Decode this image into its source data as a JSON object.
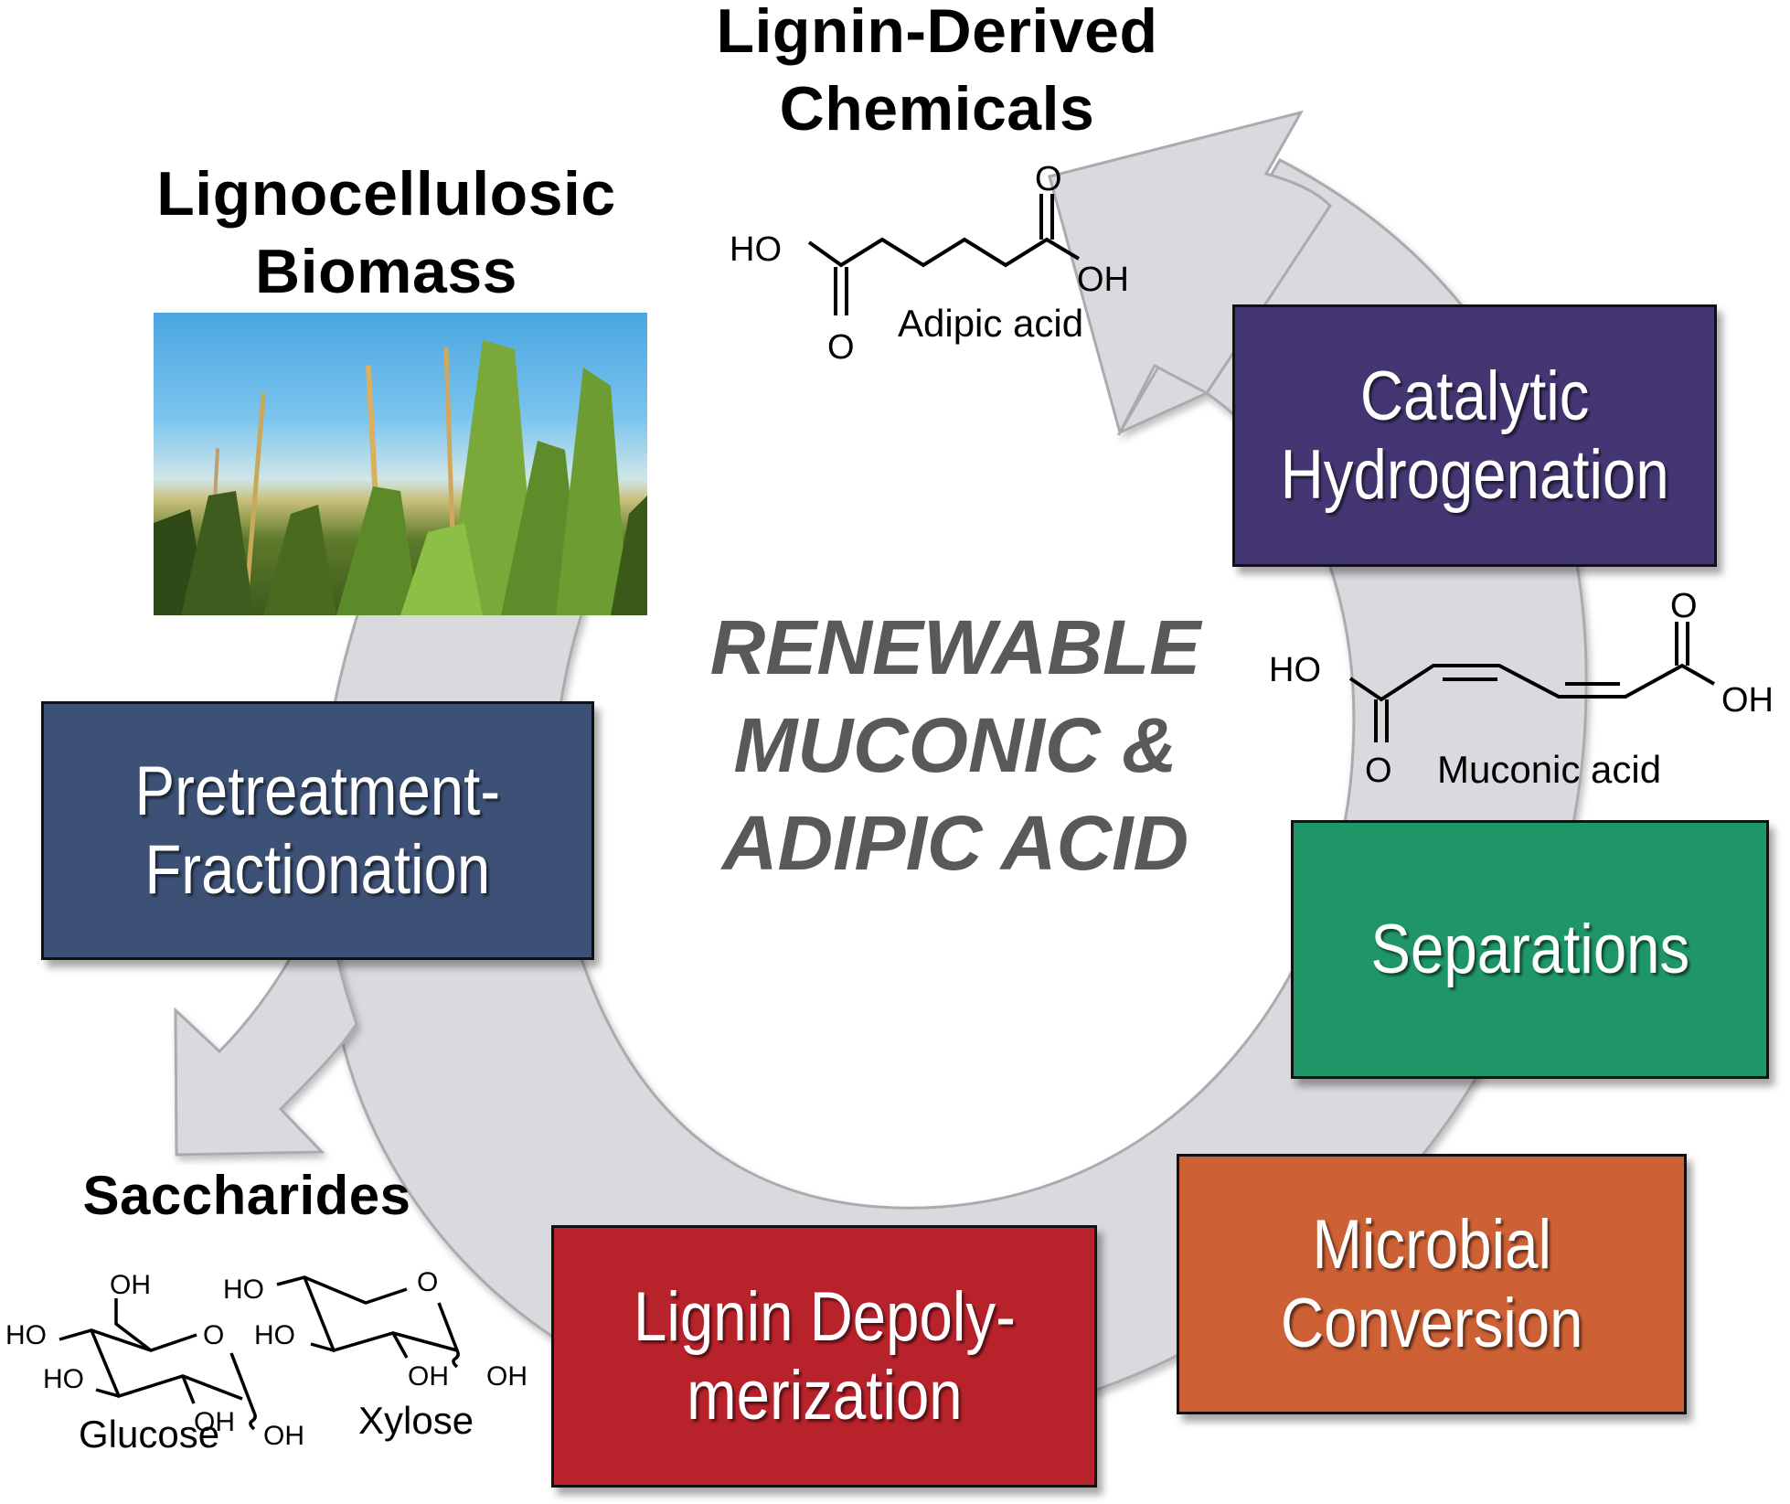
{
  "headings": {
    "lignin_derived": [
      "Lignin-Derived",
      "Chemicals"
    ],
    "lignocellulosic": [
      "Lignocellulosic",
      "Biomass"
    ],
    "saccharides": "Saccharides"
  },
  "center_title": [
    "RENEWABLE",
    "MUCONIC &",
    "ADIPIC ACID"
  ],
  "process_steps": [
    {
      "id": "pretreatment",
      "lines": [
        "Pretreatment-",
        "Fractionation"
      ],
      "color": "#3d5176"
    },
    {
      "id": "lignin-depolymerization",
      "lines": [
        "Lignin Depoly-",
        "merization"
      ],
      "color": "#b8222b"
    },
    {
      "id": "microbial-conversion",
      "lines": [
        "Microbial",
        "Conversion"
      ],
      "color": "#cd6034"
    },
    {
      "id": "separations",
      "lines": [
        "Separations"
      ],
      "color": "#1f9668"
    },
    {
      "id": "catalytic-hydrogenation",
      "lines": [
        "Catalytic",
        "Hydrogenation"
      ],
      "color": "#443672"
    }
  ],
  "molecules": {
    "adipic_acid": {
      "name": "Adipic acid",
      "atoms": {
        "ho": "HO",
        "oh": "OH",
        "o": "O"
      }
    },
    "muconic_acid": {
      "name": "Muconic acid",
      "atoms": {
        "ho": "HO",
        "oh": "OH",
        "o": "O"
      }
    },
    "glucose": {
      "name": "Glucose",
      "atoms": {
        "oh": "OH",
        "ho": "HO",
        "o": "O"
      }
    },
    "xylose": {
      "name": "Xylose",
      "atoms": {
        "oh": "OH",
        "ho": "HO",
        "o": "O"
      }
    }
  },
  "image": {
    "description": "corn field against blue sky"
  },
  "colors": {
    "cycle_arrow_fill": "#d9dadd",
    "cycle_arrow_stroke": "#a9abaf",
    "center_text": "#58595b"
  }
}
